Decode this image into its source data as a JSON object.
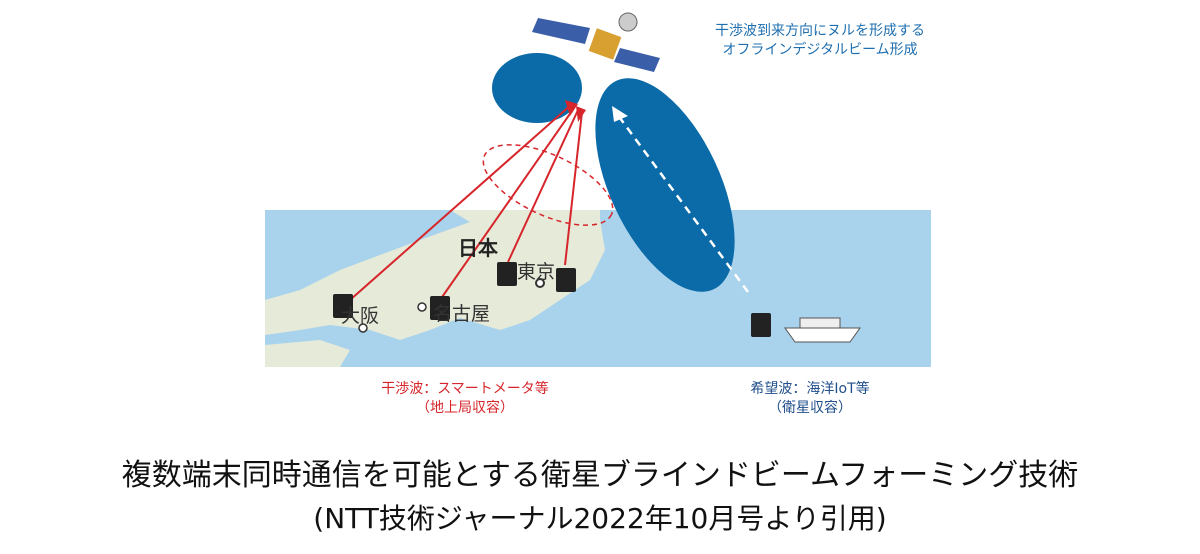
{
  "title_annotation": {
    "line1": "干渉波到来方向にヌルを形成する",
    "line2": "オフラインデジタルビーム形成"
  },
  "map": {
    "country": "日本",
    "cities": [
      "大阪",
      "名古屋",
      "東京"
    ]
  },
  "interference_label": {
    "line1": "干渉波：スマートメータ等",
    "line2": "（地上局収容）"
  },
  "desired_label": {
    "line1": "希望波：海洋IoT等",
    "line2": "（衛星収容）"
  },
  "caption": {
    "line1": "複数端末同時通信を可能とする衛星ブラインドビームフォーミング技術",
    "line2": "(NTT技術ジャーナル2022年10月号より引用)"
  },
  "colors": {
    "beam": "#0b6aa8",
    "interference": "#d6262b",
    "sea": "#a9d3ec",
    "land": "#e6ead9"
  }
}
